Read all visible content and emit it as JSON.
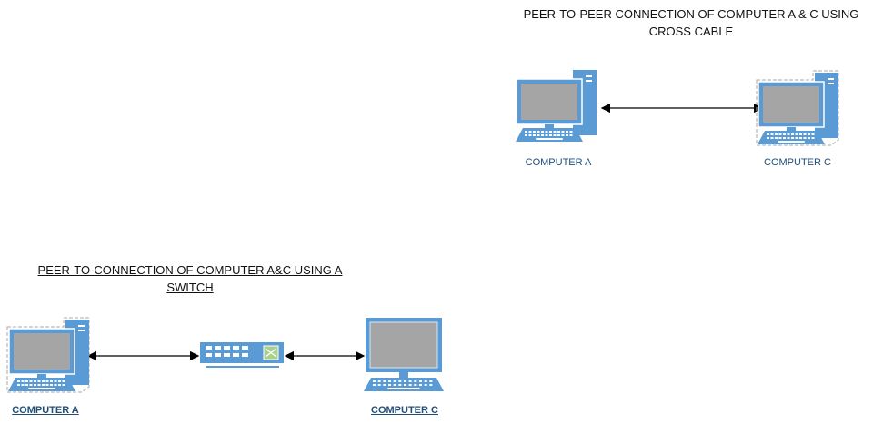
{
  "top_diagram": {
    "title_line1": "PEER-TO-PEER CONNECTION OF COMPUTER A & C USING",
    "title_line2": "CROSS CABLE",
    "computer_a_label": "COMPUTER A",
    "computer_c_label": "COMPUTER C"
  },
  "bottom_diagram": {
    "title_line1": "PEER-TO-CONNECTION OF COMPUTER A&C USING A",
    "title_line2": "SWITCH",
    "computer_a_label": "COMPUTER A",
    "computer_c_label": "COMPUTER C"
  },
  "colors": {
    "device": "#5b9bd5",
    "screen": "#a5a5a5",
    "switch_port": "#a9d18e",
    "arrow": "#000000"
  }
}
